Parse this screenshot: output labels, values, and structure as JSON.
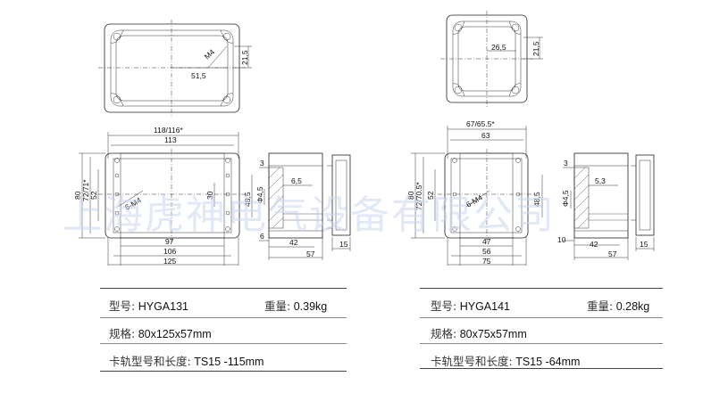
{
  "watermark": "上海虎神电气设备有限公司",
  "left": {
    "model_label": "型号:",
    "model": "HYGA131",
    "weight_label": "重量:",
    "weight": "0.39kg",
    "spec_label": "规格:",
    "spec": "80x125x57mm",
    "rail_label": "卡轨型号和长度:",
    "rail": "TS15 -115mm",
    "dims": {
      "top_h": "21,5",
      "top_w": "51,5",
      "top_thread": "M4",
      "overall_w": "118/116*",
      "inner_w": "113",
      "height": "80",
      "height_b": "72/71*",
      "h52": "52",
      "h30": "30",
      "thread": "6-M4",
      "w97": "97",
      "w106": "106",
      "w125": "125",
      "s3": "3",
      "s65": "6,5",
      "s48": "48,5",
      "phi": "Φ4,5",
      "s6": "6",
      "s42": "42",
      "s15": "15",
      "s57": "57"
    }
  },
  "right": {
    "model_label": "型号:",
    "model": "HYGA141",
    "weight_label": "重量:",
    "weight": "0.28kg",
    "spec_label": "规格:",
    "spec": "80x75x57mm",
    "rail_label": "卡轨型号和长度:",
    "rail": "TS15 -64mm",
    "dims": {
      "top_w": "26,5",
      "top_h": "21,5",
      "overall_w": "67/65.5*",
      "inner_w": "63",
      "height": "80",
      "height_b": "72/70.5*",
      "h52": "52",
      "thread": "6-M4",
      "w47": "47",
      "w56": "56",
      "w75": "75",
      "s3": "3",
      "s53": "5,3",
      "s48": "48,5",
      "phi": "Φ4,5",
      "s10": "10",
      "s42": "42",
      "s15": "15",
      "s57": "57"
    }
  }
}
